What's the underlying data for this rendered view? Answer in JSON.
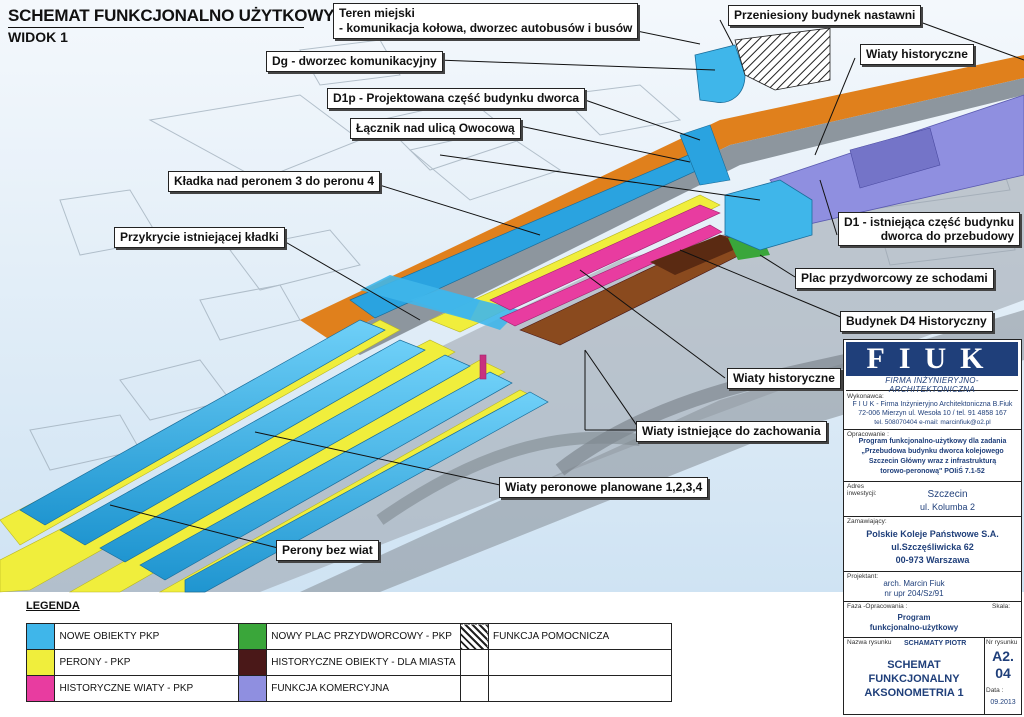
{
  "header": {
    "title": "SCHEMAT FUNKCJONALNO UŻYTKOWY",
    "subtitle": "WIDOK 1"
  },
  "callouts": {
    "teren_miejski_1": "Teren miejski",
    "teren_miejski_2": "- komunikacja kołowa, dworzec autobusów i busów",
    "przeniesiony": "Przeniesiony budynek nastawni",
    "dg": "Dg - dworzec komunikacyjny",
    "wiaty_hist_top": "Wiaty historyczne",
    "d1p": "D1p - Projektowana część budynku dworca",
    "lacznik": "Łącznik nad ulicą Owocową",
    "kladka": "Kładka nad peronem 3 do peronu 4",
    "d1_1": "D1 - istniejąca część budynku",
    "d1_2": "dworca do przebudowy",
    "przykrycie": "Przykrycie istniejącej kładki",
    "plac": "Plac przydworcowy ze schodami",
    "d4": "Budynek D4 Historyczny",
    "wiaty_hist_mid": "Wiaty historyczne",
    "wiaty_istn": "Wiaty istniejące do zachowania",
    "wiaty_plan": "Wiaty peronowe planowane 1,2,3,4",
    "perony": "Perony bez wiat"
  },
  "legend": {
    "heading": "LEGENDA",
    "items": [
      {
        "label": "NOWE OBIEKTY PKP",
        "color": "#3fb6ea"
      },
      {
        "label": "NOWY PLAC PRZYDWORCOWY - PKP",
        "color": "#3aa63a"
      },
      {
        "label": "FUNKCJA POMOCNICZA",
        "color": "hatch"
      },
      {
        "label": "PERONY - PKP",
        "color": "#f0ee3c"
      },
      {
        "label": "HISTORYCZNE OBIEKTY - DLA MIASTA",
        "color": "#4a1818"
      },
      {
        "label": "",
        "color": ""
      },
      {
        "label": "HISTORYCZNE WIATY - PKP",
        "color": "#e83ca0"
      },
      {
        "label": "FUNKCJA KOMERCYJNA",
        "color": "#8f8fe0"
      },
      {
        "label": "",
        "color": ""
      }
    ]
  },
  "title_block": {
    "logo": "FIUK",
    "firm": "FIRMA INŻYNIERYJNO-ARCHITEKTONICZNA",
    "wykonawca_label": "Wykonawca:",
    "wykonawca_1": "F I U K - Firma Inżynieryjno Architektoniczna B.Fiuk",
    "wykonawca_2": "72-006 Mierzyn ul. Wesoła 10 / tel. 91 4858 167",
    "wykonawca_3": "tel. 508070404 e-mail: marcinfiuk@o2.pl",
    "opracowanie_label": "Opracowanie :",
    "opracowanie_1": "Program funkcjonalno-użytkowy dla zadania",
    "opracowanie_2": "„Przebudowa budynku dworca kolejowego",
    "opracowanie_3": "Szczecin Główny wraz z infrastrukturą",
    "opracowanie_4": "torowo-peronową\" POIiŚ 7.1-52",
    "adres_label": "Adres inwestycji:",
    "adres_1": "Szczecin",
    "adres_2": "ul. Kolumba 2",
    "zamawiajacy_label": "Zamawiający:",
    "zamawiajacy_1": "Polskie Koleje Państwowe S.A.",
    "zamawiajacy_2": "ul.Szczęśliwicka 62",
    "zamawiajacy_3": "00-973 Warszawa",
    "projektant_label": "Projektant:",
    "projektant_1": "arch. Marcin Fiuk",
    "projektant_2": "nr upr 204/Sz/91",
    "faza_label": "Faza -Opracowania :",
    "faza_1": "Program",
    "faza_2": "funkcjonalno-użytkowy",
    "skala_label": "Skala:",
    "nazwa_label": "Nazwa rysunku",
    "nazwa_author": "SCHAMATY PIOTR",
    "nazwa_1": "SCHEMAT",
    "nazwa_2": "FUNKCJONALNY",
    "nazwa_3": "AKSONOMETRIA 1",
    "nr_label": "Nr rysunku",
    "nr_1": "A2.",
    "nr_2": "04",
    "data_label": "Data :",
    "data_val": "09.2013"
  }
}
